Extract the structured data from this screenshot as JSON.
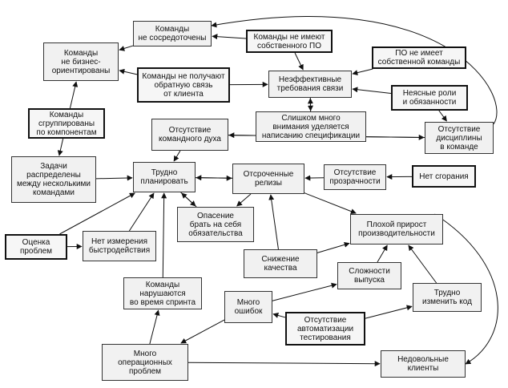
{
  "diagram": {
    "nodes": [
      {
        "id": "n1",
        "label": "Команды\nне сосредоточены",
        "emphasis": false
      },
      {
        "id": "n2",
        "label": "Команды\nне бизнес-\nориентированы",
        "emphasis": false
      },
      {
        "id": "n3",
        "label": "Команды не имеют\nсобственного ПО",
        "emphasis": true
      },
      {
        "id": "n4",
        "label": "ПО не имеет\nсобственной команды",
        "emphasis": true
      },
      {
        "id": "n5",
        "label": "Команды не получают\nобратную связь\nот клиента",
        "emphasis": true
      },
      {
        "id": "n6",
        "label": "Неэффективные\nтребования связи",
        "emphasis": false
      },
      {
        "id": "n7",
        "label": "Неясные роли\nи обязанности",
        "emphasis": true
      },
      {
        "id": "n8",
        "label": "Слишком много\nвнимания уделяется\nнаписанию спецификации",
        "emphasis": false
      },
      {
        "id": "n9",
        "label": "Команды\nсгруппированы\nпо компонентам",
        "emphasis": true
      },
      {
        "id": "n10",
        "label": "Отсутствие\nкомандного духа",
        "emphasis": false
      },
      {
        "id": "n11",
        "label": "Отсутствие\nдисциплины\nв команде",
        "emphasis": false
      },
      {
        "id": "n12",
        "label": "Задачи\nраспределены\nмежду несколькими\nкомандами",
        "emphasis": false
      },
      {
        "id": "n13",
        "label": "Трудно\nпланировать",
        "emphasis": false
      },
      {
        "id": "n14",
        "label": "Отсроченные\nрелизы",
        "emphasis": false
      },
      {
        "id": "n15",
        "label": "Отсутствие\nпрозрачности",
        "emphasis": false
      },
      {
        "id": "n16",
        "label": "Нет сгорания",
        "emphasis": true
      },
      {
        "id": "n17",
        "label": "Опасение\nбрать на себя\nобязательства",
        "emphasis": false
      },
      {
        "id": "n18",
        "label": "Плохой прирост\nпроизводительности",
        "emphasis": false
      },
      {
        "id": "n19",
        "label": "Оценка\nпроблем",
        "emphasis": true
      },
      {
        "id": "n20",
        "label": "Нет измерения\nбыстродействия",
        "emphasis": false
      },
      {
        "id": "n21",
        "label": "Снижение\nкачества",
        "emphasis": false
      },
      {
        "id": "n22",
        "label": "Сложности\nвыпуска",
        "emphasis": false
      },
      {
        "id": "n23",
        "label": "Команды\nнарушаются\nво время спринта",
        "emphasis": false
      },
      {
        "id": "n24",
        "label": "Много\nошибок",
        "emphasis": false
      },
      {
        "id": "n25",
        "label": "Трудно\nизменить код",
        "emphasis": false
      },
      {
        "id": "n26",
        "label": "Отсутствие\nавтоматизации\nтестирования",
        "emphasis": true
      },
      {
        "id": "n27",
        "label": "Много\nоперационных\nпроблем",
        "emphasis": false
      },
      {
        "id": "n28",
        "label": "Недовольные\nклиенты",
        "emphasis": false
      }
    ],
    "edges": [
      {
        "from": "n1",
        "to": "n2"
      },
      {
        "from": "n3",
        "to": "n1"
      },
      {
        "from": "n3",
        "to": "n6"
      },
      {
        "from": "n4",
        "to": "n6"
      },
      {
        "from": "n5",
        "to": "n2"
      },
      {
        "from": "n5",
        "to": "n6"
      },
      {
        "from": "n7",
        "to": "n6"
      },
      {
        "from": "n7",
        "to": "n11"
      },
      {
        "from": "n6",
        "to": "n8"
      },
      {
        "from": "n8",
        "to": "n6"
      },
      {
        "from": "n11",
        "to": "n1"
      },
      {
        "from": "n9",
        "to": "n2"
      },
      {
        "from": "n9",
        "to": "n12"
      },
      {
        "from": "n11",
        "to": "n10"
      },
      {
        "from": "n10",
        "to": "n11"
      },
      {
        "from": "n10",
        "to": "n13"
      },
      {
        "from": "n12",
        "to": "n13"
      },
      {
        "from": "n13",
        "to": "n14"
      },
      {
        "from": "n14",
        "to": "n13"
      },
      {
        "from": "n13",
        "to": "n17"
      },
      {
        "from": "n17",
        "to": "n13"
      },
      {
        "from": "n14",
        "to": "n17"
      },
      {
        "from": "n15",
        "to": "n14"
      },
      {
        "from": "n16",
        "to": "n15"
      },
      {
        "from": "n14",
        "to": "n18"
      },
      {
        "from": "n18",
        "to": "n28"
      },
      {
        "from": "n19",
        "to": "n20"
      },
      {
        "from": "n20",
        "to": "n13"
      },
      {
        "from": "n19",
        "to": "n13"
      },
      {
        "from": "n21",
        "to": "n14"
      },
      {
        "from": "n21",
        "to": "n18"
      },
      {
        "from": "n24",
        "to": "n22"
      },
      {
        "from": "n22",
        "to": "n18"
      },
      {
        "from": "n25",
        "to": "n18"
      },
      {
        "from": "n26",
        "to": "n24"
      },
      {
        "from": "n26",
        "to": "n25"
      },
      {
        "from": "n23",
        "to": "n13"
      },
      {
        "from": "n27",
        "to": "n23"
      },
      {
        "from": "n24",
        "to": "n27"
      },
      {
        "from": "n27",
        "to": "n28"
      }
    ]
  }
}
